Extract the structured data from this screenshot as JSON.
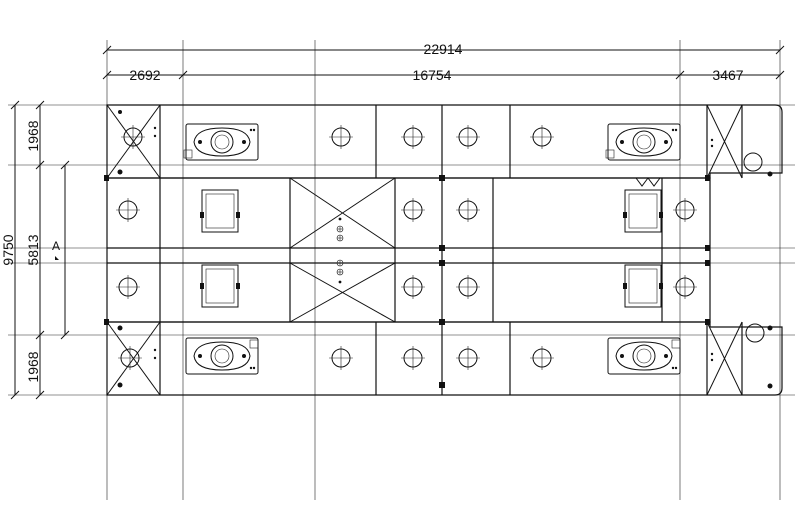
{
  "dimensions": {
    "overall_length": "22914",
    "left_segment": "2692",
    "middle_segment": "16754",
    "right_segment": "3467",
    "overall_width": "9750",
    "top_band": "1968",
    "center_band": "5813",
    "bottom_band": "1968"
  },
  "labels": {
    "section_marker": "A"
  },
  "icons": {
    "bolt_hole": "circle-crosshair-icon",
    "bogie": "bogie-unit-icon",
    "hatch": "square-hatch-icon"
  }
}
